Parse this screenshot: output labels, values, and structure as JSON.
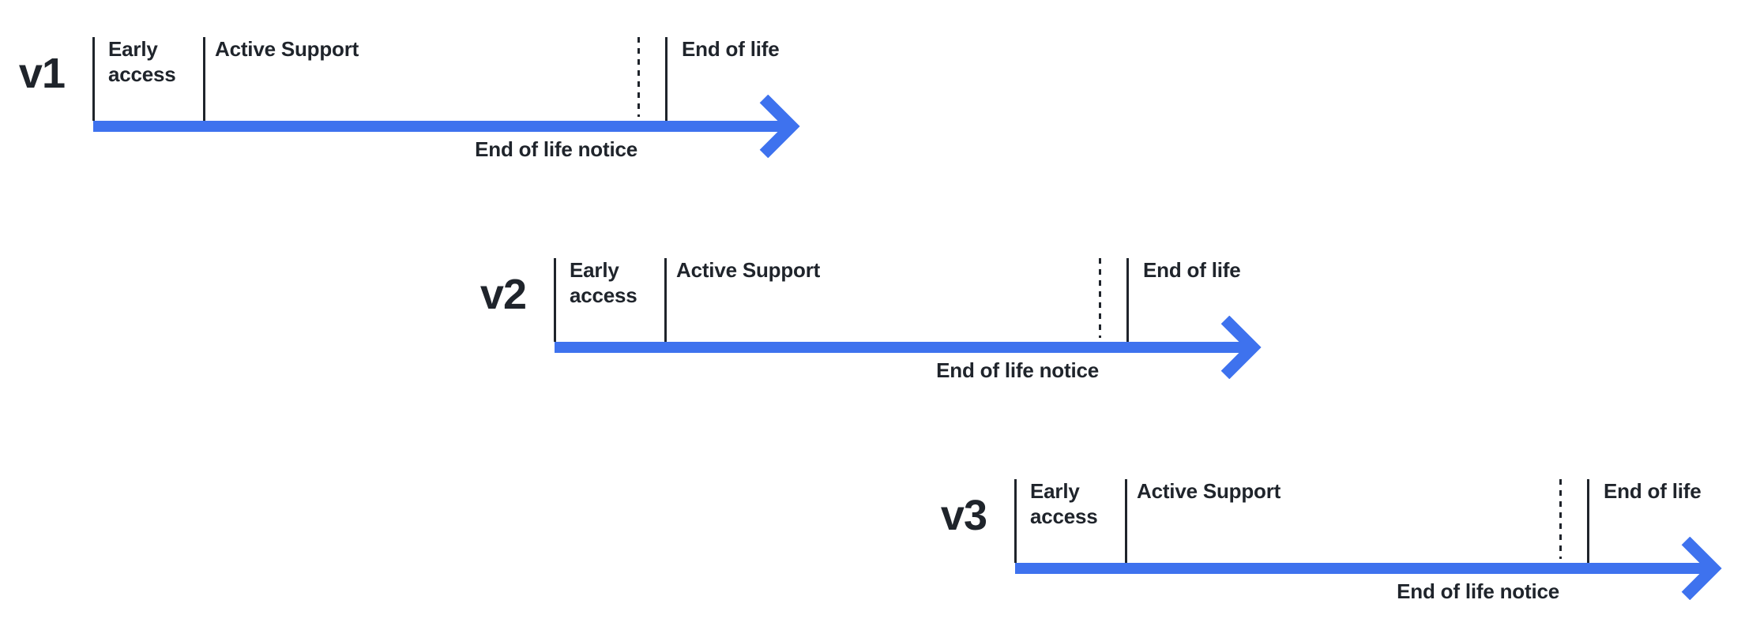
{
  "colors": {
    "background": "#ffffff",
    "ink": "#1f242b",
    "accent": "#3e72ee"
  },
  "timelines": [
    {
      "version": "v1",
      "labels": {
        "early_access_line1": "Early",
        "early_access_line2": "access",
        "active_support": "Active Support",
        "end_of_life": "End of life",
        "end_of_life_notice": "End of life notice"
      }
    },
    {
      "version": "v2",
      "labels": {
        "early_access_line1": "Early",
        "early_access_line2": "access",
        "active_support": "Active Support",
        "end_of_life": "End of life",
        "end_of_life_notice": "End of life notice"
      }
    },
    {
      "version": "v3",
      "labels": {
        "early_access_line1": "Early",
        "early_access_line2": "access",
        "active_support": "Active Support",
        "end_of_life": "End of life",
        "end_of_life_notice": "End of life notice"
      }
    }
  ]
}
